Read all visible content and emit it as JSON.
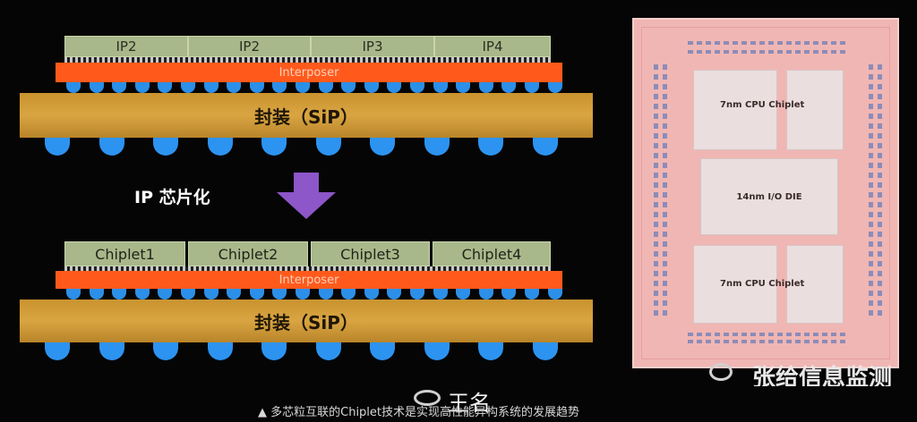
{
  "top_diagram": {
    "ip_blocks": [
      "IP2",
      "IP2",
      "IP3",
      "IP4"
    ],
    "interposer_label": "Interposer",
    "package_label": "封装（SiP）"
  },
  "transition_label": "IP 芯片化",
  "bottom_diagram": {
    "chiplets": [
      "Chiplet1",
      "Chiplet2",
      "Chiplet3",
      "Chiplet4"
    ],
    "interposer_label": "Interposer",
    "package_label": "封装（SiP）"
  },
  "die_photo": {
    "top_chiplet_label": "7nm CPU Chiplet",
    "io_die_label": "14nm I/O DIE",
    "bottom_chiplet_label": "7nm CPU Chiplet"
  },
  "watermark_right": "张给信息监测",
  "watermark_center": "王名",
  "caption": "▲ 多芯粒互联的Chiplet技术是实现高性能异构系统的发展趋势",
  "colors": {
    "ip_green": "#a9b88b",
    "interposer_orange": "#ff5a1c",
    "package_gold": "#d9a542",
    "bump_blue": "#2d93f0",
    "arrow_purple": "#8d56c9",
    "die_pink": "#f2b9b7"
  }
}
